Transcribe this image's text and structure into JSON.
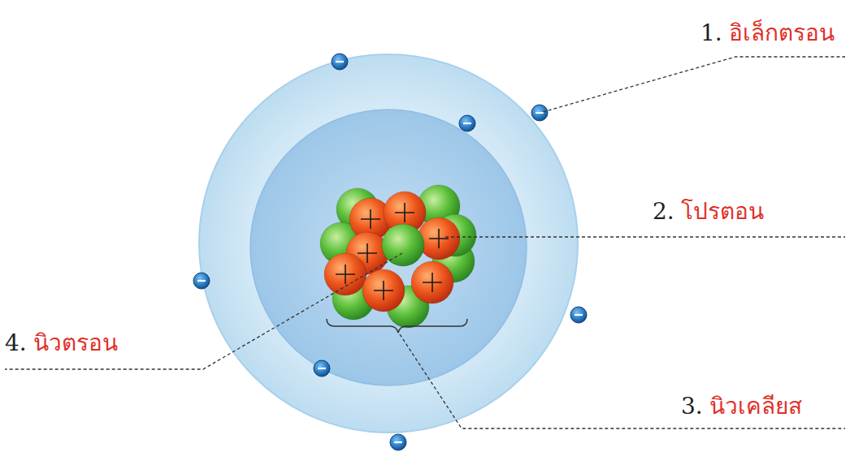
{
  "diagram": {
    "labels": [
      "1.",
      "อิเล็กตรอน",
      "2.",
      "โปรตอน",
      "3.",
      "นิวเคลียส",
      "4.",
      "นิวตรอน"
    ]
  }
}
